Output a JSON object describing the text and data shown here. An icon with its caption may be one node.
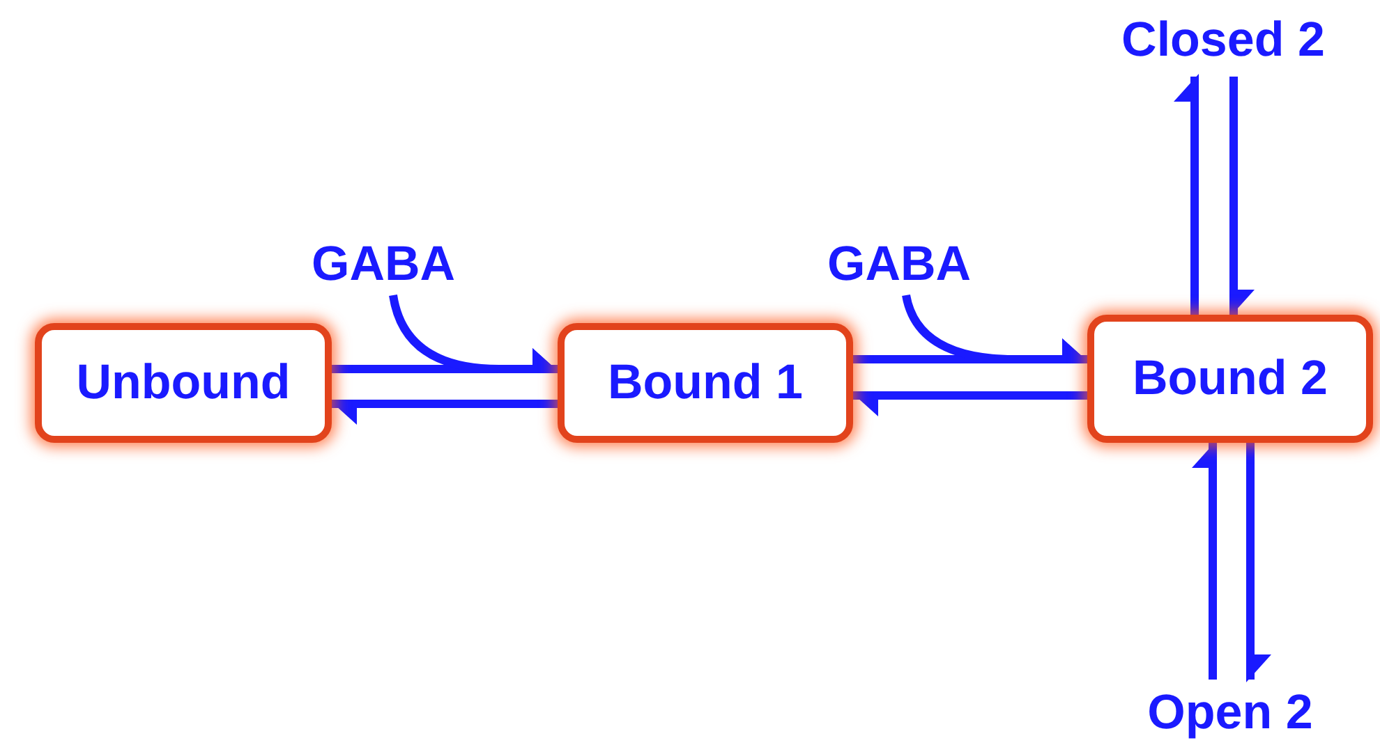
{
  "diagram": {
    "nodes": [
      {
        "text": [
          "Unbound"
        ]
      },
      {
        "text": [
          "Bound 1"
        ]
      },
      {
        "text": [
          "Bound 2"
        ]
      },
      {
        "text": [
          "Closed 2"
        ]
      },
      {
        "text": [
          "Open 2"
        ]
      },
      {
        "text": [
          "GABA"
        ]
      },
      {
        "text": [
          "GABA"
        ]
      }
    ],
    "edges": [
      {
        "from": 0,
        "to": 1,
        "arrow": "to"
      },
      {
        "from": 1,
        "to": 0,
        "arrow": "to"
      },
      {
        "from": 5,
        "to": 1,
        "arrow": "to"
      },
      {
        "from": 1,
        "to": 2,
        "arrow": "to"
      },
      {
        "from": 2,
        "to": 1,
        "arrow": "to"
      },
      {
        "from": 6,
        "to": 2,
        "arrow": "to"
      },
      {
        "from": 2,
        "to": 3,
        "arrow": "to"
      },
      {
        "from": 3,
        "to": 2,
        "arrow": "to"
      },
      {
        "from": 4,
        "to": 2,
        "arrow": "to"
      },
      {
        "from": 2,
        "to": 4,
        "arrow": "to"
      }
    ]
  }
}
